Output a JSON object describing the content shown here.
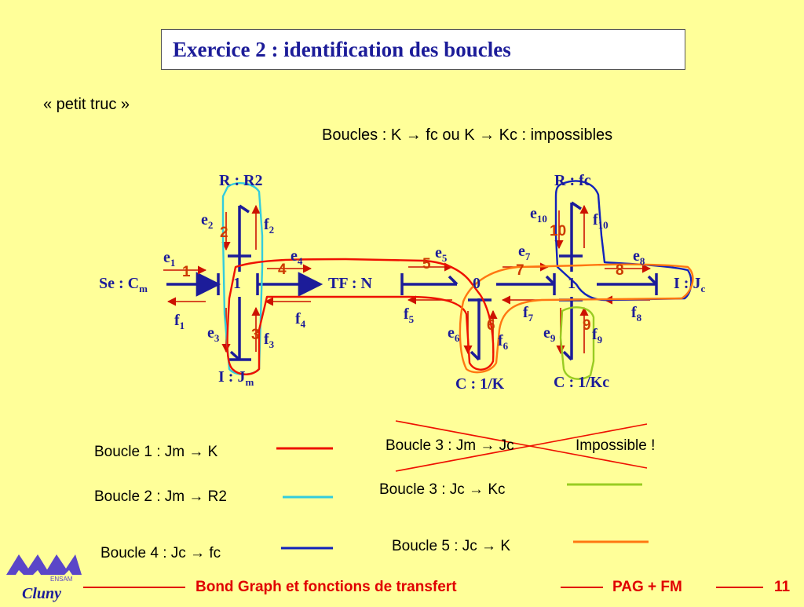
{
  "title": "Exercice 2 : identification des boucles",
  "subtitle": "« petit truc »",
  "boucles_note": "Boucles : K → fc ou K → Kc   : impossibles",
  "nodes": {
    "r2": "R : R2",
    "rfc": "R : fc",
    "se": "Se : C",
    "se_sub": "m",
    "j1a": "1",
    "tf": "TF : N",
    "j0": "0",
    "j1b": "1",
    "ijc": "I : J",
    "ijc_sub": "c",
    "ijm": "I : J",
    "ijm_sub": "m",
    "ck": "C : 1/K",
    "ckc": "C : 1/Kc"
  },
  "bond_numbers": [
    "1",
    "2",
    "3",
    "4",
    "5",
    "6",
    "7",
    "8",
    "9",
    "10"
  ],
  "efforts": [
    "e1",
    "e2",
    "e3",
    "e4",
    "e5",
    "e6",
    "e7",
    "e8",
    "e9",
    "e10"
  ],
  "flows": [
    "f1",
    "f2",
    "f3",
    "f4",
    "f5",
    "f6",
    "f7",
    "f8",
    "f9",
    "f10"
  ],
  "legend": [
    {
      "label": "Boucle 1 : Jm → K",
      "color": "#ee1100"
    },
    {
      "label": "Boucle 2 : Jm → R2",
      "color": "#33ccdd"
    },
    {
      "label": "Boucle 4 : Jc → fc",
      "color": "#1122bb"
    },
    {
      "label": "Boucle 3 : Jm → Jc",
      "color": "#ee1100"
    },
    {
      "label": "Impossible !",
      "color": "#000000"
    },
    {
      "label": "Boucle 3 : Jc → Kc",
      "color": "#99cc22"
    },
    {
      "label": "Boucle 5 : Jc → K",
      "color": "#ff7711"
    }
  ],
  "footer": {
    "course": "Bond Graph et fonctions de transfert",
    "authors": "PAG + FM",
    "page": "11"
  },
  "logo": {
    "school": "ENSAM",
    "campus": "Cluny"
  }
}
